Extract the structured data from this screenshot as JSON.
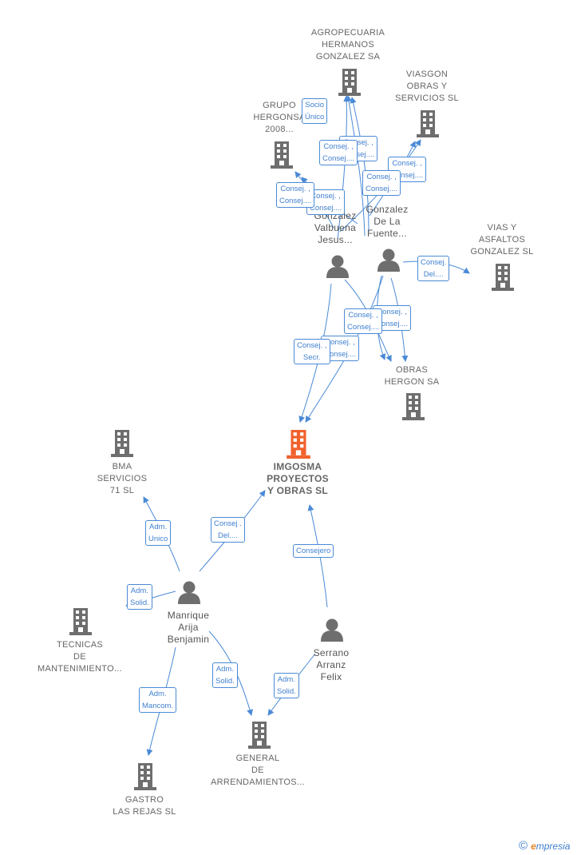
{
  "nodes": {
    "agropecuaria": {
      "lines": [
        "AGROPECUARIA",
        "HERMANOS",
        "GONZALEZ SA"
      ]
    },
    "viasgon": {
      "lines": [
        "VIASGON",
        "OBRAS Y",
        "SERVICIOS SL"
      ]
    },
    "grupo_hergonsa": {
      "lines": [
        "GRUPO",
        "HERGONSA",
        "2008..."
      ]
    },
    "gonzalez_valbuena": {
      "lines": [
        "Gonzalez",
        "Valbuena",
        "Jesus..."
      ]
    },
    "gonzalez_fuente": {
      "lines": [
        "Gonzalez",
        "De La",
        "Fuente..."
      ]
    },
    "vias_asfaltos": {
      "lines": [
        "VIAS Y",
        "ASFALTOS",
        "GONZALEZ SL"
      ]
    },
    "obras_hergon": {
      "lines": [
        "OBRAS",
        "HERGON SA"
      ]
    },
    "imgosma": {
      "lines": [
        "IMGOSMA",
        "PROYECTOS",
        "Y OBRAS  SL"
      ]
    },
    "bma": {
      "lines": [
        "BMA",
        "SERVICIOS",
        "71  SL"
      ]
    },
    "manrique": {
      "lines": [
        "Manrique",
        "Arija",
        "Benjamin"
      ]
    },
    "tecnicas": {
      "lines": [
        "TECNICAS",
        "DE",
        "MANTENIMIENTO..."
      ]
    },
    "serrano": {
      "lines": [
        "Serrano",
        "Arranz",
        "Felix"
      ]
    },
    "general": {
      "lines": [
        "GENERAL",
        "DE",
        "ARRENDAMIENTOS..."
      ]
    },
    "gastro": {
      "lines": [
        "GASTRO",
        "LAS REJAS  SL"
      ]
    }
  },
  "edge_labels": {
    "socio_unico": {
      "lines": [
        "Socio",
        "Único"
      ]
    },
    "c_agro_back": {
      "lines": [
        "Consej. ,",
        "Consej...."
      ]
    },
    "c_agro_front": {
      "lines": [
        "Consej. ,",
        "Consej...."
      ]
    },
    "c_viasgon_back": {
      "lines": [
        "Consej. ,",
        "Consej...."
      ]
    },
    "c_viasgon_front": {
      "lines": [
        "Consej. ,",
        "Consej...."
      ]
    },
    "c_grupo_back": {
      "lines": [
        "Consej. ,",
        "Consej...."
      ]
    },
    "c_grupo_front": {
      "lines": [
        "Consej. ,",
        "Consej...."
      ]
    },
    "consej_del_vias": {
      "lines": [
        "Consej.",
        "Del...."
      ]
    },
    "c_hergon_back": {
      "lines": [
        "Consej. ,",
        "Consej...."
      ]
    },
    "c_hergon_front": {
      "lines": [
        "Consej. ,",
        "Consej...."
      ]
    },
    "c_hergon_mid": {
      "lines": [
        "Consej. ,",
        "Consej...."
      ]
    },
    "consej_secr": {
      "lines": [
        "Consej. ,",
        "Secr."
      ]
    },
    "adm_unico": {
      "lines": [
        "Adm.",
        "Unico"
      ]
    },
    "consej_del_imgosma": {
      "lines": [
        "Consej .",
        "Del...."
      ]
    },
    "consejero": {
      "lines": [
        "Consejero"
      ]
    },
    "adm_solid_tecnicas": {
      "lines": [
        "Adm.",
        "Solid."
      ]
    },
    "adm_solid_general_m": {
      "lines": [
        "Adm.",
        "Solid."
      ]
    },
    "adm_solid_general_s": {
      "lines": [
        "Adm.",
        "Solid."
      ]
    },
    "adm_mancom": {
      "lines": [
        "Adm.",
        "Mancom."
      ]
    }
  },
  "colors": {
    "edge": "#4a8ad6",
    "icon": "#6e6e6e",
    "main_icon": "#f0622d",
    "label_text": "#3f7fcf"
  },
  "brand": {
    "copyright": "©",
    "initial": "e",
    "rest": "mpresia"
  }
}
